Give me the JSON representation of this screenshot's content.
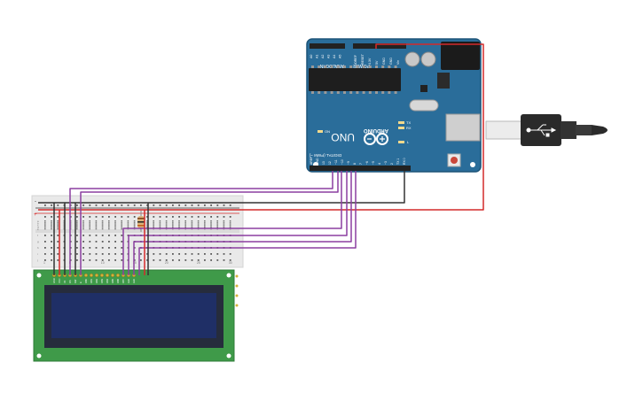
{
  "arduino": {
    "brand": "ARDUINO",
    "model": "UNO",
    "header_analog": "ANALOG IN",
    "header_power": "POWER",
    "header_digital": "DIGITAL (PWM ~)",
    "label_on": "ON",
    "label_tx": "TX",
    "label_rx": "RX",
    "label_l": "L",
    "power_pins": [
      "IOREF",
      "RESET",
      "3.3V",
      "5V",
      "GND",
      "GND",
      "Vin"
    ],
    "analog_pins": [
      "A0",
      "A1",
      "A2",
      "A3",
      "A4",
      "A5"
    ],
    "digital_pins": [
      "AREF",
      "GND",
      "13",
      "12",
      "~11",
      "~10",
      "~9",
      "8",
      "7",
      "~6",
      "~5",
      "4",
      "~3",
      "2",
      "TX 1",
      "RX 0"
    ]
  },
  "breadboard": {
    "plus": "+",
    "minus": "-",
    "column_numbers": [
      "1",
      "5",
      "10",
      "15",
      "20",
      "25",
      "30"
    ],
    "row_letters": [
      "a",
      "b",
      "c",
      "d",
      "e",
      "f",
      "g",
      "h",
      "i",
      "j"
    ]
  },
  "lcd": {
    "pins": [
      "GND",
      "VCC",
      "V0",
      "RS",
      "RW",
      "E",
      "DB0",
      "DB1",
      "DB2",
      "DB3",
      "DB4",
      "DB5",
      "DB6",
      "DB7",
      "LED",
      "LED"
    ]
  },
  "colors": {
    "arduino_board": "#2a6d9a",
    "arduino_dark": "#1d5478",
    "lcd_board": "#3f9a49",
    "lcd_screen": "#1f2f66",
    "wire_purple": "#8b3fa0",
    "wire_red": "#d42a2a",
    "wire_black": "#333333",
    "breadboard": "#e9e9e9"
  }
}
